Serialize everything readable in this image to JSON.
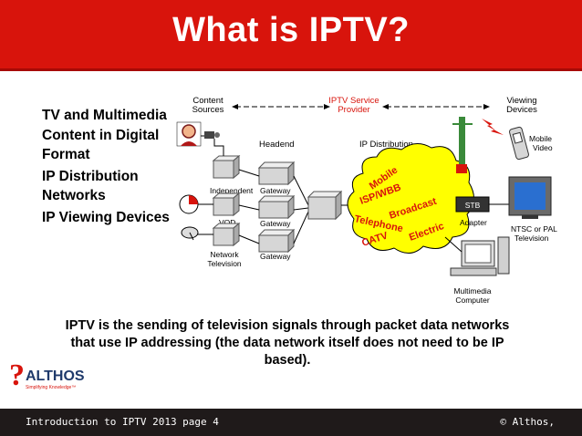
{
  "slide": {
    "title": "What is IPTV?",
    "bullets": [
      "TV and Multimedia Content in Digital Format",
      "IP Distribution Networks",
      "IP Viewing Devices"
    ],
    "paragraph": "IPTV is the sending of television signals through packet data networks that use IP addressing (the data network itself does not need to be IP based).",
    "footer_left": "Introduction to IPTV 2013 page 4",
    "footer_right": "© Althos,"
  },
  "logo": {
    "name": "ALTHOS",
    "tagline": "Simplifying Knowledge™"
  },
  "diagram": {
    "content_sources": "Content Sources",
    "service_provider": "IPTV Service Provider",
    "viewing_devices": "Viewing Devices",
    "headend": "Headend",
    "ip_distribution": "IP Distribution",
    "independent": "Independent",
    "vod": "VOD",
    "network_television": "Network Television",
    "gateway": "Gateway",
    "cloud_labels": [
      "Mobile",
      "ISP/WBB",
      "Broadcast",
      "Telephone",
      "CATV",
      "Electric"
    ],
    "stb": "STB",
    "adapter": "Adapter",
    "mobile_video": "Mobile Video",
    "ntsc_pal": "NTSC or PAL Television",
    "multimedia_computer": "Multimedia Computer"
  },
  "colors": {
    "title_bar": "#d8140c",
    "cloud": "#ffff00",
    "cloud_text": "#d8140c",
    "footer": "#1f1a1a"
  }
}
